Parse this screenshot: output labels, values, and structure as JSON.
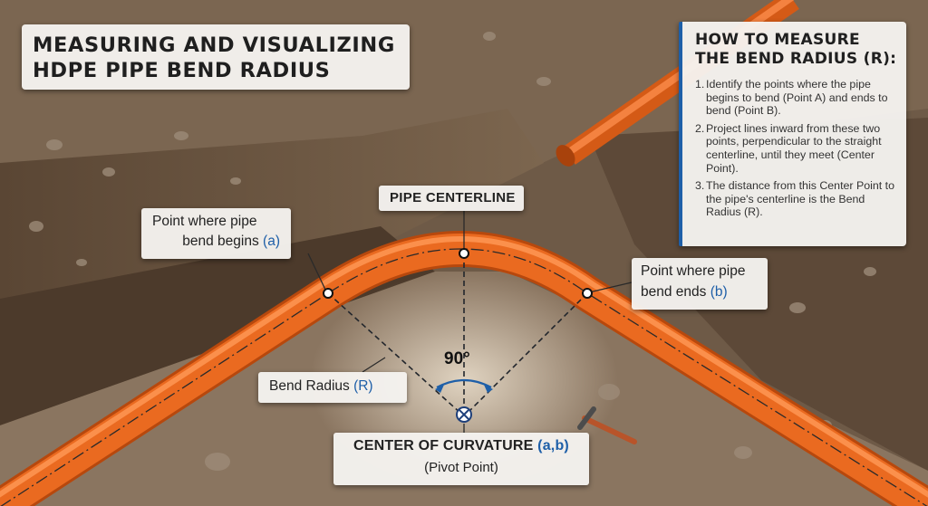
{
  "title": {
    "line1": "MEASURING AND VISUALIZING",
    "line2": "HDPE PIPE BEND RADIUS"
  },
  "howto": {
    "heading_line1": "HOW TO MEASURE",
    "heading_line2": "THE BEND RADIUS (R):",
    "steps": [
      {
        "num": "1.",
        "text": "Identify the points where the pipe begins to bend (Point A) and ends to bend (Point B)."
      },
      {
        "num": "2.",
        "text": "Project lines inward from these two points, perpendicular to the straight centerline, until they meet (Center Point)."
      },
      {
        "num": "3.",
        "text": "The distance from this Center Point to the pipe's centerline is the Bend Radius (R)."
      }
    ]
  },
  "callouts": {
    "begin_line1": "Point where pipe",
    "begin_line2": "bend begins",
    "begin_tag": "(a)",
    "end_line1": "Point where pipe",
    "end_line2": "bend ends",
    "end_tag": "(b)",
    "centerline": "PIPE CENTERLINE",
    "radius_label": "Bend Radius",
    "radius_tag": "(R)",
    "curvature_label": "CENTER OF CURVATURE",
    "curvature_tag": "(a,b)",
    "pivot": "(Pivot Point)",
    "angle": "90°"
  },
  "colors": {
    "pipe": "#ea6a20",
    "accent": "#1e5fa8",
    "soil": "#6b5846"
  }
}
